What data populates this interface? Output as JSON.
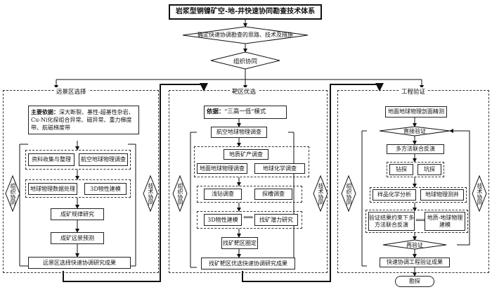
{
  "title": "岩浆型铜镍矿空-地-井快速协同勘查技术体系",
  "top": {
    "approach": "确定快速协调勘查的思路、技术及措施",
    "org": "组织协同"
  },
  "left": {
    "title": "远景区选择",
    "basis_label": "主要依据：",
    "basis_text": "深大断裂、基性-超基性杂岩、Cu-Ni化探组合异常、磁异常、重力梯度带、航磁梯度带",
    "b1": "资料收集与整理",
    "b2": "航空地球物理调查",
    "b3": "地球物理数据处理",
    "b4": "3D物性建模",
    "b5": "成矿规律研究",
    "b6": "成矿远景预测",
    "result": "远景区选择快速协调研究成果",
    "side_left": "组织协同",
    "side_right": "技术协同"
  },
  "middle": {
    "title": "靶区优选",
    "basis_label": "依据：",
    "basis_text": "\"三高一低\"模式",
    "b1": "航空地球物理调查",
    "b2": "地质矿产调查",
    "b3": "地面地球物理调查",
    "b4": "地球化学调查",
    "b5": "浅钻调查",
    "b6": "探槽调查",
    "b7": "3D物性建模",
    "b8": "找矿潜力研究",
    "b9": "找矿靶区圈定",
    "result": "找矿靶区优选快速协调研究成果",
    "side_left": "组织协同",
    "side_right": "技术协同"
  },
  "right": {
    "title": "工程验证",
    "b1": "地面地球物理剖面精测",
    "d1": "直接验证",
    "b2": "多方法联合反演",
    "b3": "钻探",
    "b4": "坑探",
    "b5": "样品化学分析",
    "b6": "地球物理测井",
    "b7": "验证结果约束下多方法联合反演",
    "b8": "地质-地球物理建模",
    "d2": "再验证",
    "result": "快速协调工程验证成果",
    "final": "勘探",
    "side_left": "组织协同",
    "side_right": "技术协同"
  }
}
